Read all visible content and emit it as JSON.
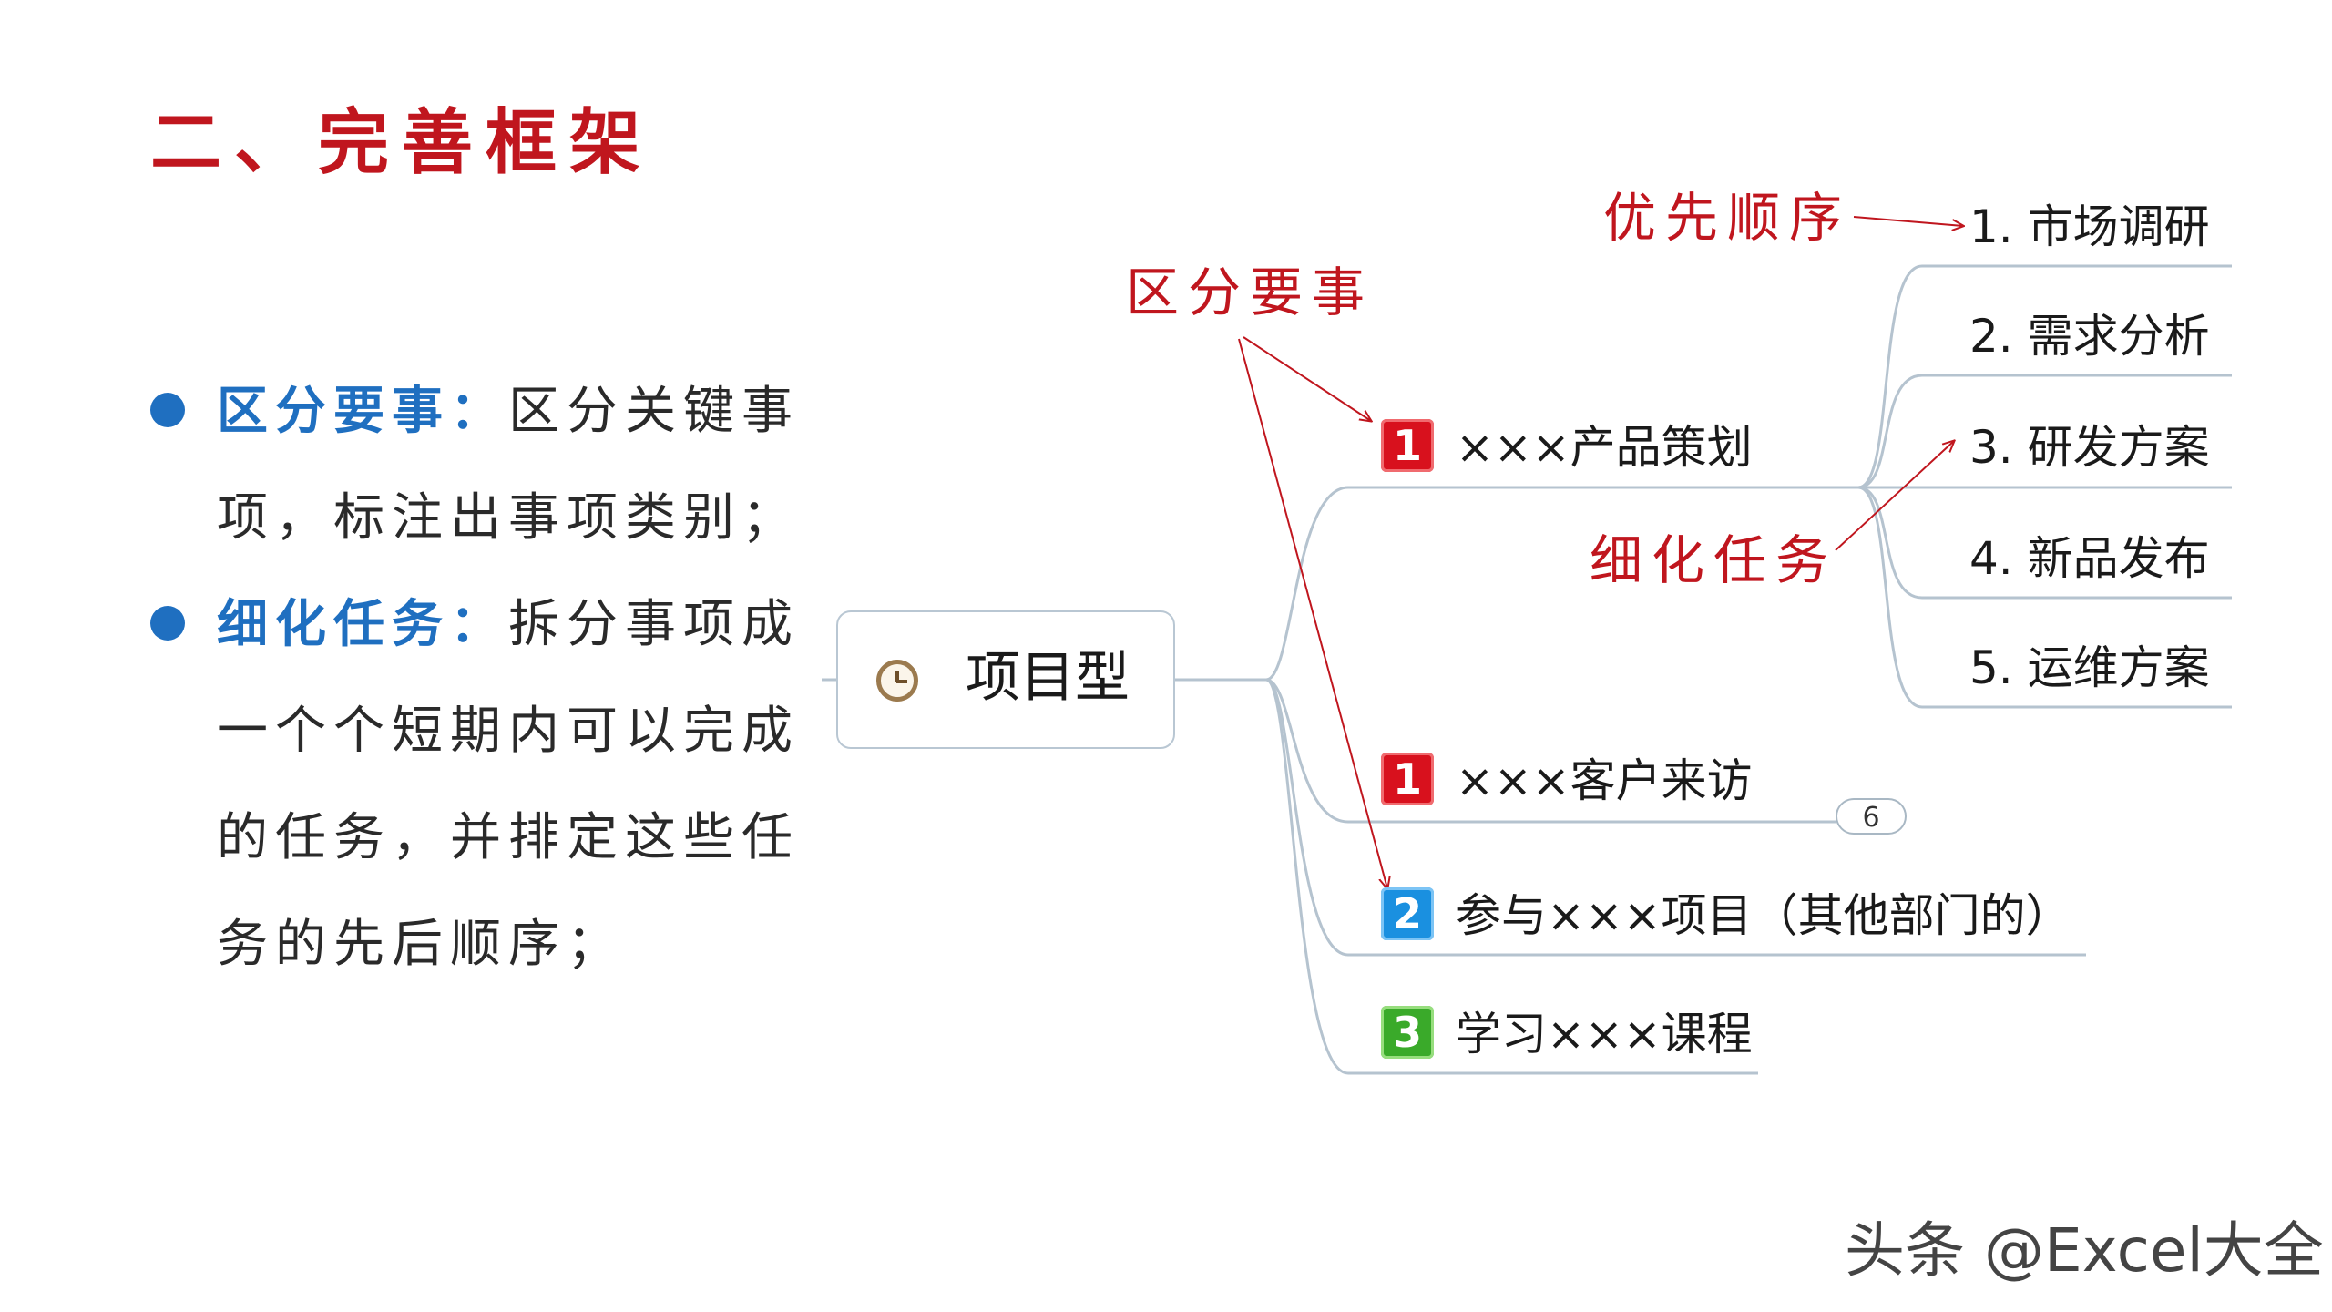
{
  "title": "二、完善框架",
  "bullets": [
    {
      "head": "区分要事",
      "sep": "：",
      "lines": [
        "区分关键事",
        "项，标注出事项类别；"
      ]
    },
    {
      "head": "细化任务",
      "sep": "：",
      "lines": [
        "拆分事项成",
        "一个个短期内可以完成",
        "的任务，并排定这些任",
        "务的先后顺序；"
      ]
    }
  ],
  "mindmap": {
    "center": {
      "label": "项目型",
      "icon": "clock-icon"
    },
    "branches": [
      {
        "label": "×××产品策划",
        "priority": "1",
        "priority_color": "#d8111d"
      },
      {
        "label": "×××客户来访",
        "priority": "1",
        "priority_color": "#d8111d",
        "collapsed_count": "6"
      },
      {
        "label": "参与×××项目（其他部门的）",
        "priority": "2",
        "priority_color": "#1a90e0"
      },
      {
        "label": "学习×××课程",
        "priority": "3",
        "priority_color": "#3aaa2a"
      }
    ],
    "subtasks": [
      "1. 市场调研",
      "2. 需求分析",
      "3. 研发方案",
      "4. 新品发布",
      "5. 运维方案"
    ]
  },
  "annotations": {
    "distinguish": "区分要事",
    "refine": "细化任务",
    "priority_order": "优先顺序"
  },
  "watermark": "头条 @Excel大全",
  "colors": {
    "title_red": "#c0161e",
    "bullet_blue": "#1f6fc0",
    "connector": "#b5c3cf",
    "annotation_red": "#c0161e"
  }
}
